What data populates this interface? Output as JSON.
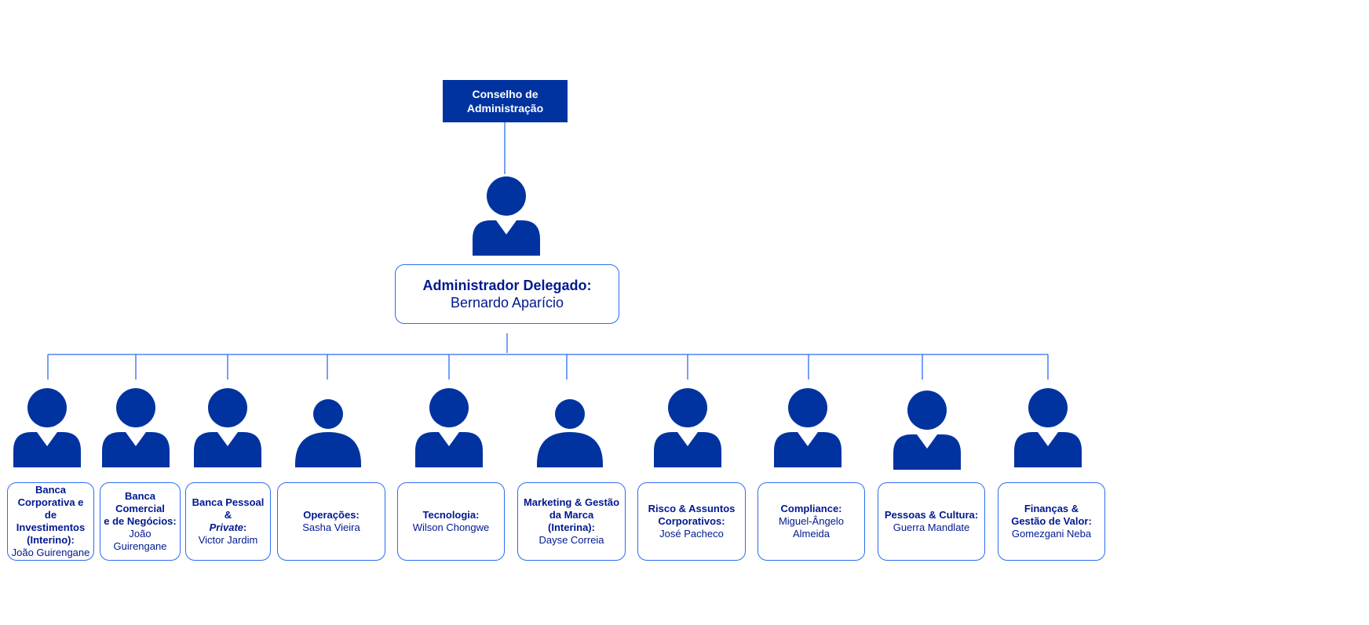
{
  "colors": {
    "primary": "#0033a0",
    "border": "#2b6cf3",
    "text": "#00188f",
    "line": "#2b6cf3"
  },
  "board": {
    "label": "Conselho de Administração"
  },
  "ceo": {
    "role": "Administrador Delegado:",
    "name": "Bernardo Aparício",
    "icon": "person-male-icon"
  },
  "departments": [
    {
      "role": "Banca\nCorporativa e\nde Investimentos\n(Interino):",
      "name": "João Guirengane",
      "icon": "person-male-icon"
    },
    {
      "role": "Banca\nComercial\ne de Negócios:",
      "name": "João Guirengane",
      "icon": "person-male-icon"
    },
    {
      "role_parts": [
        "Banca Pessoal &",
        "Private",
        ":"
      ],
      "name": "Victor Jardim",
      "icon": "person-male-icon"
    },
    {
      "role": "Operações:",
      "name": "Sasha Vieira",
      "icon": "person-female-icon"
    },
    {
      "role": "Tecnologia:",
      "name": "Wilson Chongwe",
      "icon": "person-male-icon"
    },
    {
      "role": "Marketing & Gestão\nda Marca\n(Interina):",
      "name": "Dayse Correia",
      "icon": "person-female-icon"
    },
    {
      "role": "Risco & Assuntos\nCorporativos:",
      "name": "José Pacheco",
      "icon": "person-male-icon"
    },
    {
      "role": "Compliance:",
      "name": "Miguel-Ângelo\nAlmeida",
      "icon": "person-male-icon"
    },
    {
      "role": "Pessoas & Cultura:",
      "name": "Guerra Mandlate",
      "icon": "person-male-icon"
    },
    {
      "role": "Finanças &\nGestão de Valor:",
      "name": "Gomezgani Neba",
      "icon": "person-male-icon"
    }
  ]
}
